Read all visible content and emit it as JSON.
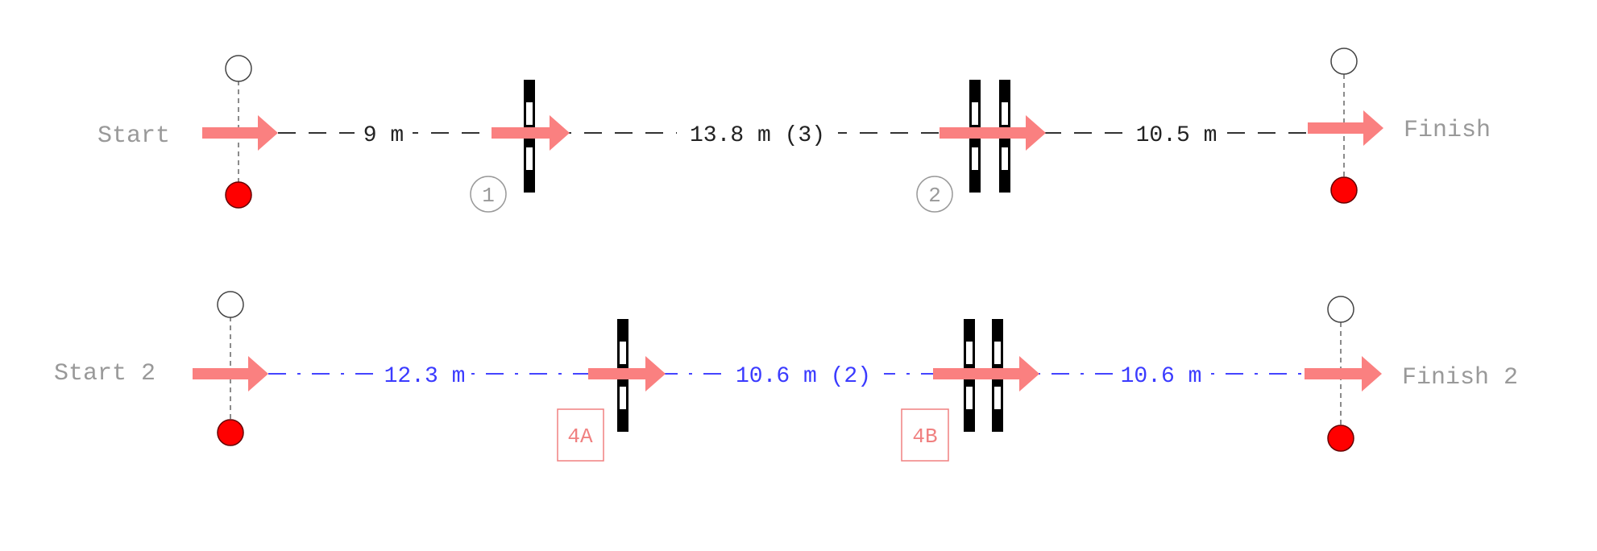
{
  "colors": {
    "arrow": "#fa8080",
    "lane1_line": "#333333",
    "lane2_line": "#4444ff",
    "cone": "#ff0000",
    "tag": "#f08080"
  },
  "lane1": {
    "start_label": "Start",
    "finish_label": "Finish",
    "segments": [
      "9 m",
      "13.8 m (3)",
      "10.5 m"
    ],
    "obstacles": [
      {
        "marker": "1",
        "hurdles": 1
      },
      {
        "marker": "2",
        "hurdles": 2
      }
    ]
  },
  "lane2": {
    "start_label": "Start 2",
    "finish_label": "Finish 2",
    "segments": [
      "12.3 m",
      "10.6 m (2)",
      "10.6 m"
    ],
    "obstacles": [
      {
        "marker": "4A",
        "hurdles": 1
      },
      {
        "marker": "4B",
        "hurdles": 2
      }
    ]
  }
}
